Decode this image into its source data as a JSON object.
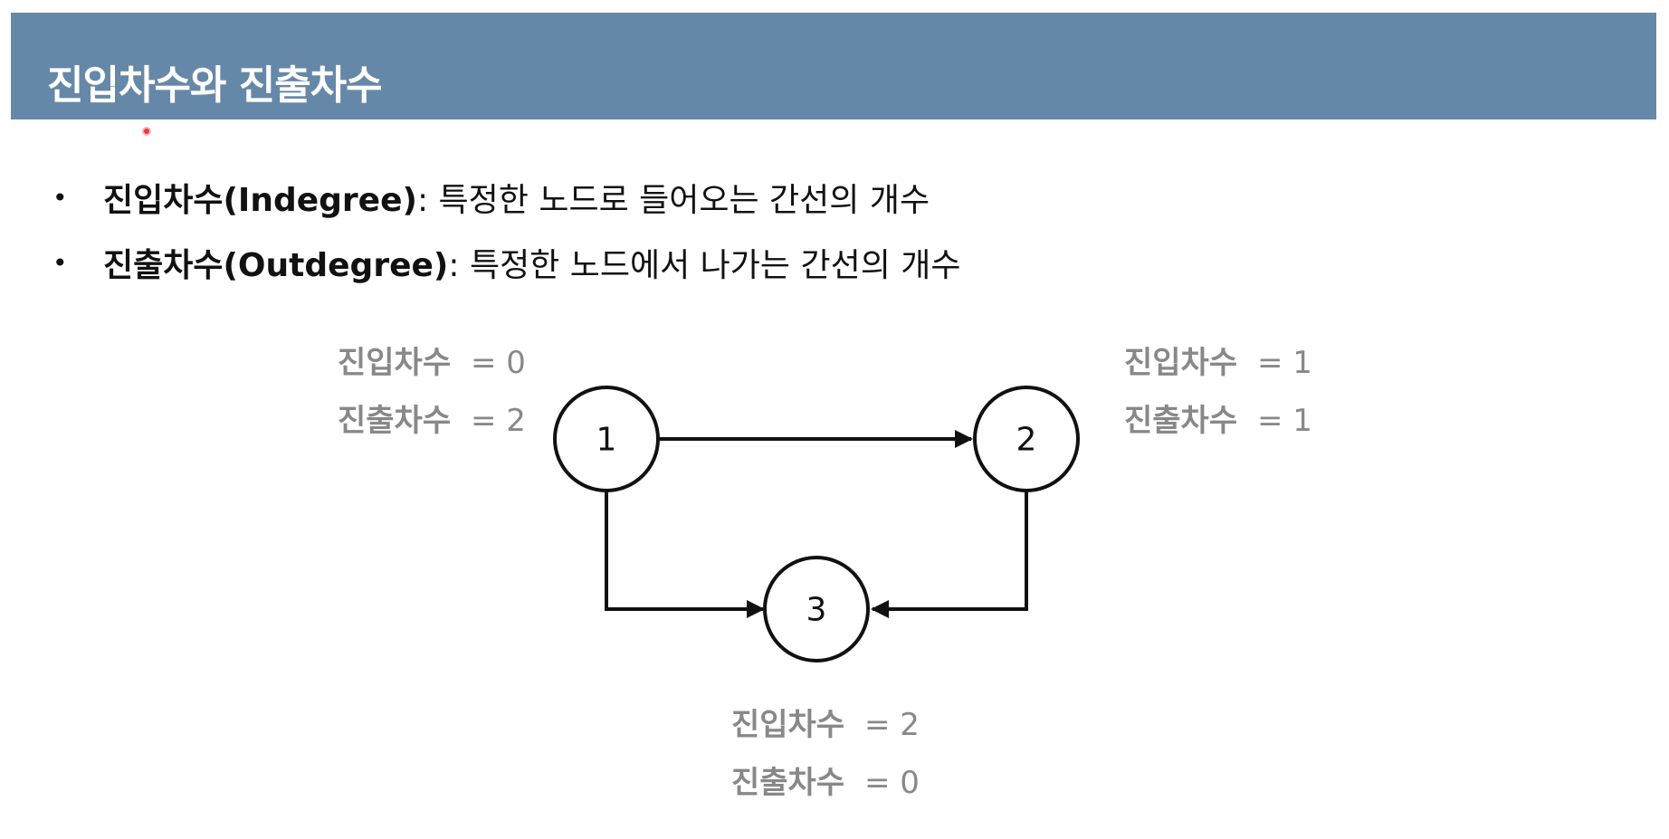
{
  "slide": {
    "title": "진입차수와 진출차수"
  },
  "bullets": [
    {
      "term": "진입차수(Indegree)",
      "desc": ": 특정한 노드로 들어오는 간선의 개수"
    },
    {
      "term": "진출차수(Outdegree)",
      "desc": ": 특정한 노드에서 나가는 간선의 개수"
    }
  ],
  "graph": {
    "nodes": [
      {
        "id": "1",
        "label": "1",
        "indegree_text": "진입차수",
        "indegree_value": "= 0",
        "outdegree_text": "진출차수",
        "outdegree_value": "= 2"
      },
      {
        "id": "2",
        "label": "2",
        "indegree_text": "진입차수",
        "indegree_value": "= 1",
        "outdegree_text": "진출차수",
        "outdegree_value": "= 1"
      },
      {
        "id": "3",
        "label": "3",
        "indegree_text": "진입차수",
        "indegree_value": "= 2",
        "outdegree_text": "진출차수",
        "outdegree_value": "= 0"
      }
    ],
    "edges": [
      {
        "from": "1",
        "to": "2"
      },
      {
        "from": "1",
        "to": "3"
      },
      {
        "from": "2",
        "to": "3"
      }
    ]
  }
}
